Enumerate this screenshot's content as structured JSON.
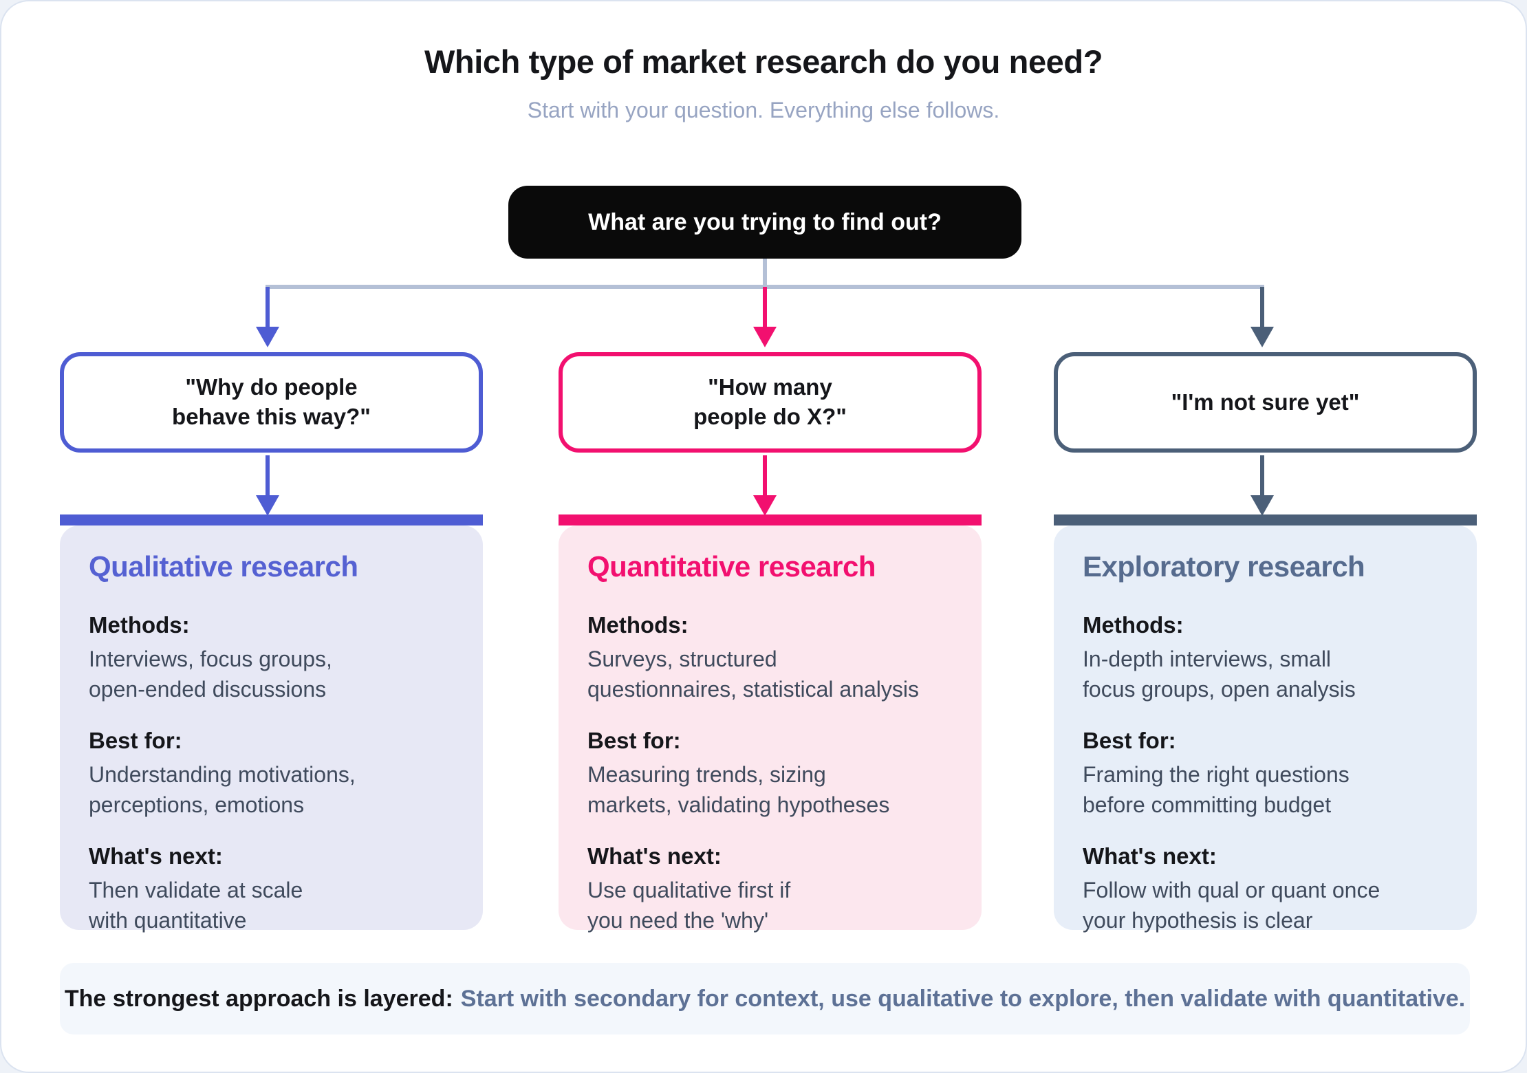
{
  "colors": {
    "blue": "#4e5cd3",
    "pink": "#f2106f",
    "slate": "#4b5f78",
    "connector": "#b4c0d6",
    "root-bg": "#0a0a0a",
    "blue-card-bg": "#e7e8f5",
    "pink-card-bg": "#fce7ee",
    "slate-card-bg": "#e7eef8",
    "blue-title": "#5561d2",
    "pink-title": "#f2106f",
    "slate-title": "#566b8e",
    "body-text": "#3f4a5c",
    "subtitle": "#97a4c2",
    "footer-bg": "#f3f7fc",
    "footer-accent": "#5d7195"
  },
  "header": {
    "title": "Which type of market research do you need?",
    "subtitle": "Start with your question. Everything else follows."
  },
  "root_question": "What are you trying to find out?",
  "branches": [
    {
      "question": "\"Why do people\nbehave this way?\"",
      "card": {
        "title": "Qualitative research",
        "sections": [
          {
            "label": "Methods:",
            "text": "Interviews, focus groups,\nopen-ended discussions"
          },
          {
            "label": "Best for:",
            "text": "Understanding motivations,\nperceptions, emotions"
          },
          {
            "label": "What's next:",
            "text": "Then validate at scale\nwith quantitative"
          }
        ]
      }
    },
    {
      "question": "\"How many\npeople do X?\"",
      "card": {
        "title": "Quantitative research",
        "sections": [
          {
            "label": "Methods:",
            "text": "Surveys, structured\nquestionnaires, statistical analysis"
          },
          {
            "label": "Best for:",
            "text": "Measuring trends, sizing\nmarkets, validating hypotheses"
          },
          {
            "label": "What's next:",
            "text": "Use qualitative first if\nyou need the 'why'"
          }
        ]
      }
    },
    {
      "question": "\"I'm not sure yet\"",
      "card": {
        "title": "Exploratory research",
        "sections": [
          {
            "label": "Methods:",
            "text": "In-depth interviews, small\nfocus groups, open analysis"
          },
          {
            "label": "Best for:",
            "text": "Framing the right questions\nbefore committing budget"
          },
          {
            "label": "What's next:",
            "text": "Follow with qual or quant once\nyour hypothesis is clear"
          }
        ]
      }
    }
  ],
  "footer": {
    "lead": "The strongest approach is layered:",
    "rest": "Start with secondary for context, use qualitative to explore, then validate with quantitative."
  }
}
